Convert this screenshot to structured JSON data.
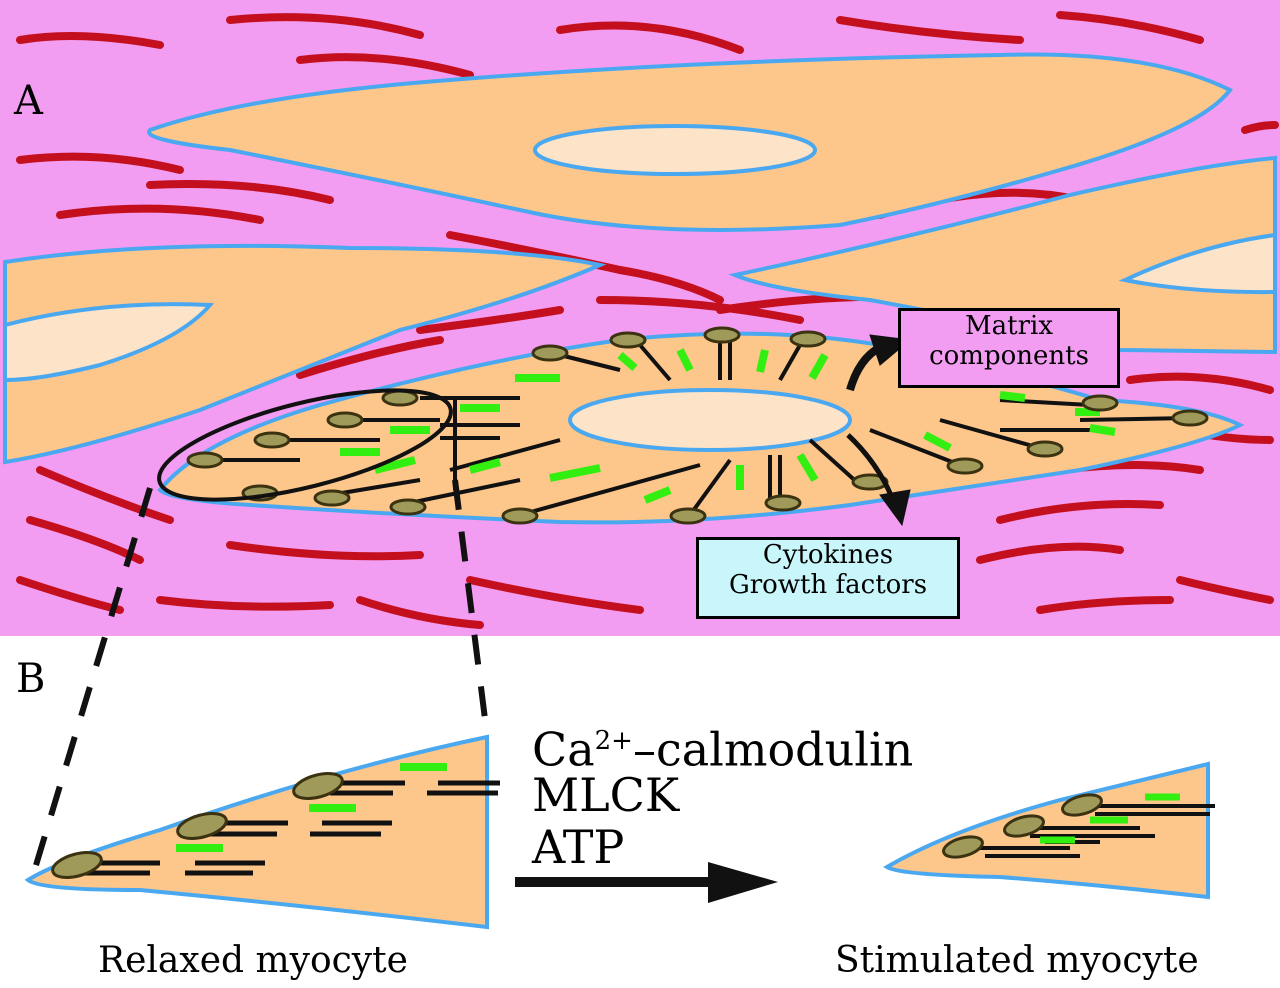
{
  "panel_a": {
    "label": "A",
    "matrix_box": {
      "line1": "Matrix",
      "line2": "components"
    },
    "cytokine_box": {
      "line1": "Cytokines",
      "line2": "Growth factors"
    }
  },
  "panel_b": {
    "label": "B",
    "reagents": {
      "ca": "Ca",
      "ca_sup": "2+",
      "ca_rest": "–calmodulin",
      "mlck": "MLCK",
      "atp": "ATP"
    },
    "relaxed_caption": "Relaxed myocyte",
    "stimulated_caption": "Stimulated myocyte"
  },
  "colors": {
    "matrix_bg": "#f29cf2",
    "fiber": "#c4101e",
    "cell": "#fdc68a",
    "nucleus": "#fde3c8",
    "membrane": "#4aa8f0",
    "green": "#33ee11",
    "dense_body": "#a09a5a",
    "matrix_box_bg": "#f29cf2",
    "cytokine_box_bg": "#c8f6fa"
  }
}
